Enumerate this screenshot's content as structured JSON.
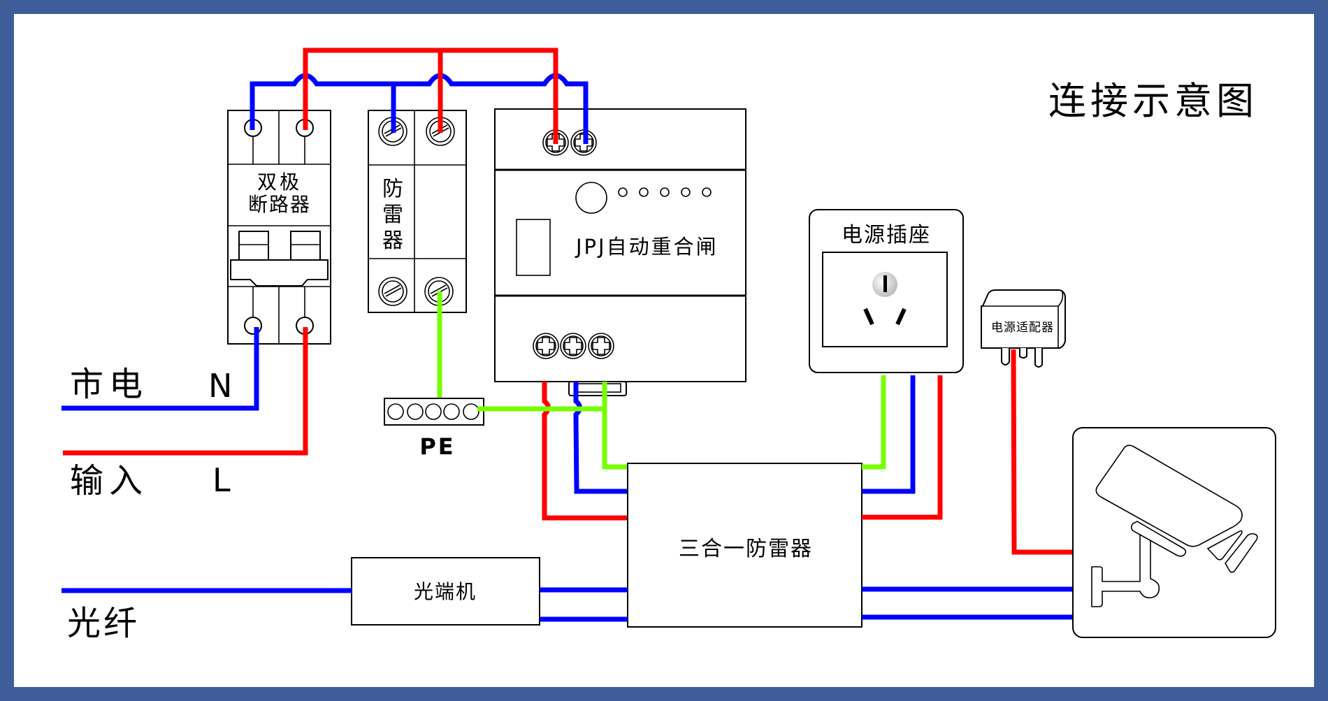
{
  "title": "连接示意图",
  "colors": {
    "frame": "#3f5d99",
    "live_wire": "#ff0000",
    "neutral_wire": "#0000ff",
    "ground_wire": "#77ff00",
    "fiber_wire": "#0000ff"
  },
  "inputs": {
    "mains_label": "市电",
    "mains_neutral": "N",
    "input_label": "输入",
    "input_live": "L",
    "fiber_label": "光纤"
  },
  "components": {
    "breaker": {
      "line1": "双极",
      "line2": "断路器"
    },
    "spd": {
      "chars": [
        "防",
        "雷",
        "器"
      ]
    },
    "recloser": {
      "label": "JPJ自动重合闸",
      "indicator_count": 5
    },
    "pe_bar": {
      "label": "PE",
      "hole_count": 5
    },
    "three_in_one": {
      "label": "三合一防雷器"
    },
    "optical_transceiver": {
      "label": "光端机"
    },
    "power_socket": {
      "label": "电源插座"
    },
    "power_adapter": {
      "label": "电源适配器"
    },
    "camera": {
      "icon": "cctv-camera-icon"
    }
  }
}
